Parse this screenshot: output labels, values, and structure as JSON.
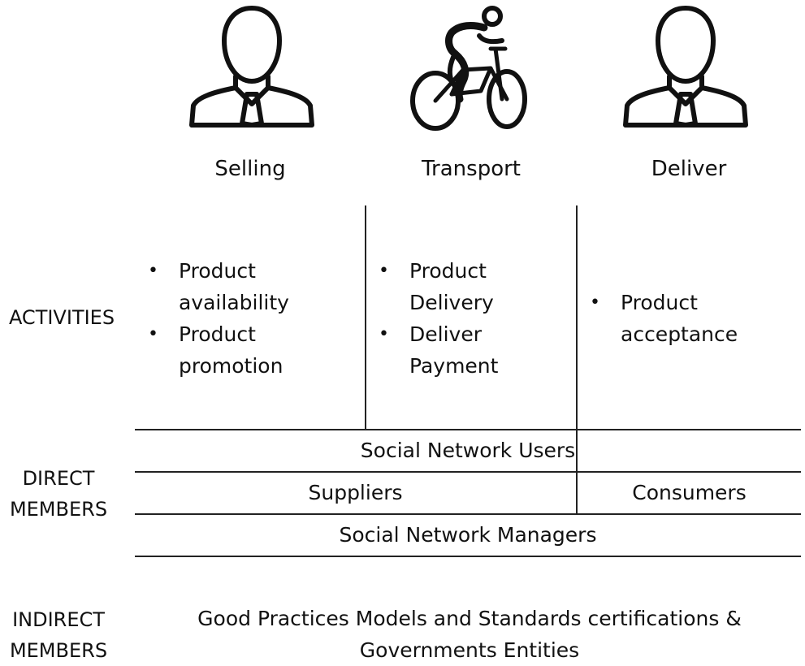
{
  "columns": [
    {
      "title": "Selling",
      "icon": "person-icon"
    },
    {
      "title": "Transport",
      "icon": "cyclist-icon"
    },
    {
      "title": "Deliver",
      "icon": "person-icon"
    }
  ],
  "rows": {
    "activities": "ACTIVITIES",
    "direct_members": "DIRECT\nMEMBERS",
    "indirect_members": "INDIRECT\nMEMBERS"
  },
  "activities": {
    "selling": [
      "Product\navailability",
      "Product\npromotion"
    ],
    "transport": [
      "Product\nDelivery",
      "Deliver\nPayment"
    ],
    "deliver": [
      "Product\nacceptance"
    ]
  },
  "direct": {
    "social_network_users": "Social Network Users",
    "suppliers": "Suppliers",
    "consumers": "Consumers",
    "social_network_managers": "Social Network Managers"
  },
  "indirect": {
    "text": "Good Practices Models and Standards certifications & Governments Entities"
  }
}
